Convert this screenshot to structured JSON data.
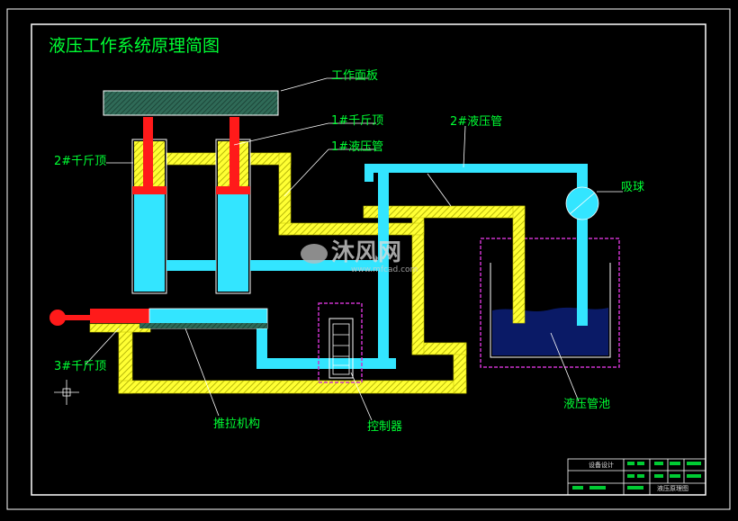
{
  "title": "液压工作系统原理简图",
  "labels": {
    "work_panel": "工作面板",
    "jack1": "1#千斤顶",
    "pipe1": "1#液压管",
    "pipe2": "2#液压管",
    "jack2": "2#千斤顶",
    "suction_ball": "吸球",
    "jack3": "3#千斤顶",
    "push_pull": "推拉机构",
    "controller": "控制器",
    "tank": "液压管池"
  },
  "title_block": {
    "top_left": "设备设计",
    "main_name": "液压原理图"
  },
  "watermark": {
    "brand": "沐风网",
    "url": "www.mfcad.com"
  },
  "colors": {
    "background": "#000000",
    "frame": "#ffffff",
    "label_text": "#00ff33",
    "leader_line": "#ffffff",
    "hydraulic_pipe": "#ffff33",
    "fluid": "#33e5ff",
    "piston_rod": "#ff1a1a",
    "tank_outline": "#cc33cc",
    "tank_fluid": "#0a1a66",
    "panel": "#2a5a4a"
  }
}
